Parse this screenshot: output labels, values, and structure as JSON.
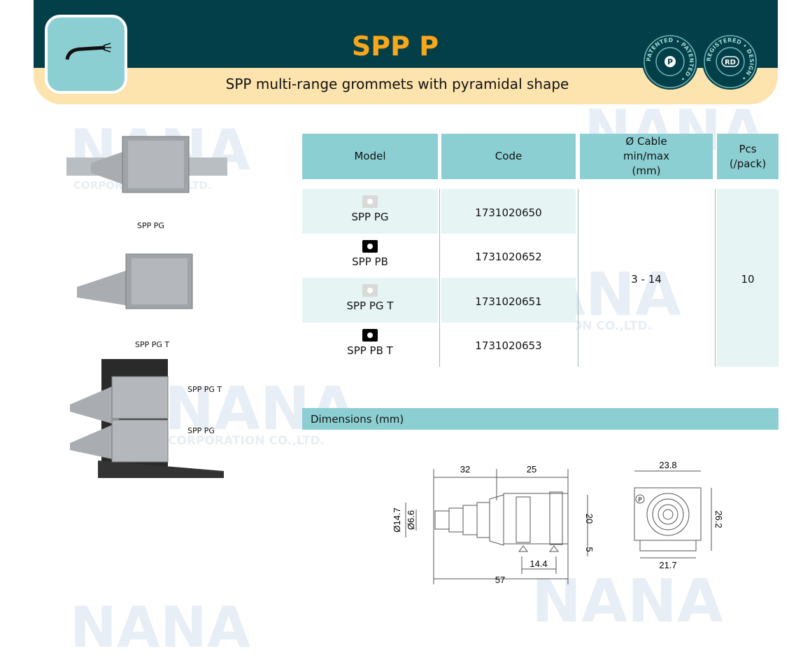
{
  "header": {
    "title": "SPP P",
    "subtitle": "SPP multi-range grommets with pyramidal shape",
    "badges": [
      {
        "ring": "PATENTED • PATENTED •",
        "center": "P"
      },
      {
        "ring": "REGISTERED • DESIGN •",
        "center": "RD"
      }
    ]
  },
  "product_labels": [
    "SPP PG",
    "SPP PG T",
    "SPP PG T",
    "SPP PG"
  ],
  "table": {
    "headers": [
      "Model",
      "Code",
      "Ø Cable min/max (mm)",
      "Pcs (/pack)"
    ],
    "rows": [
      {
        "model": "SPP PG",
        "code": "1731020650",
        "color": "#d9d9d9"
      },
      {
        "model": "SPP PB",
        "code": "1731020652",
        "color": "#000000"
      },
      {
        "model": "SPP PG T",
        "code": "1731020651",
        "color": "#d9d9d9"
      },
      {
        "model": "SPP PB T",
        "code": "1731020653",
        "color": "#000000"
      }
    ],
    "cable": "3 - 14",
    "pcs": "10"
  },
  "dimensions": {
    "title": "Dimensions  (mm)",
    "side": [
      "32",
      "25",
      "Ø14.7",
      "Ø6.6",
      "20",
      "5",
      "14.4",
      "57"
    ],
    "front": [
      "23.8",
      "26.2",
      "21.7",
      "P"
    ]
  },
  "watermark": {
    "name": "NANA",
    "company": "CORPORATION CO.,LTD."
  }
}
